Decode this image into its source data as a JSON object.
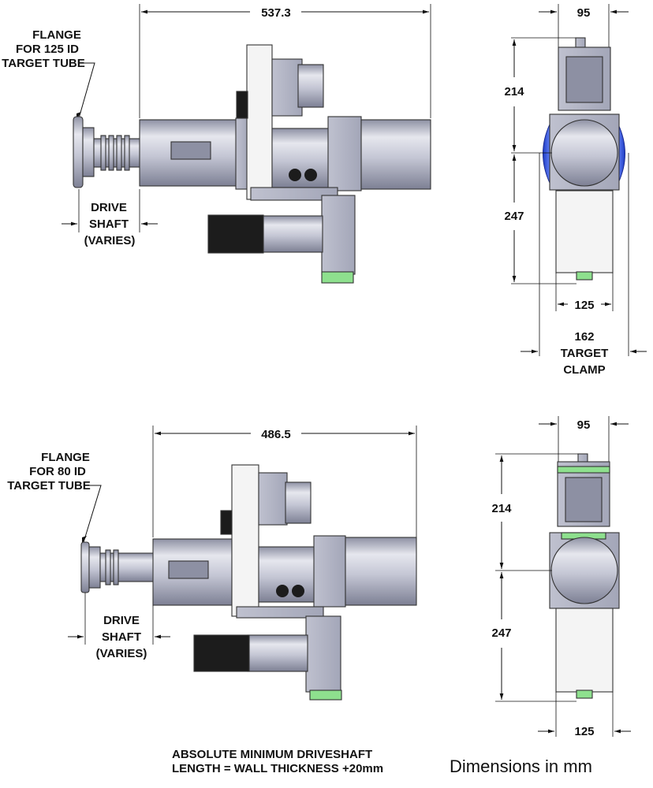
{
  "colors": {
    "steel_light": "#d6d8e2",
    "steel_mid": "#b3b6c7",
    "steel_dark": "#8d90a3",
    "panel_white": "#f4f4f4",
    "motor_black": "#1c1c1c",
    "accent_green": "#8ee08e",
    "clamp_blue": "#2e4fd8",
    "dimension_line": "#111111"
  },
  "top_view": {
    "flange_label": [
      "FLANGE",
      "FOR 125 ID",
      "TARGET TUBE"
    ],
    "length_dim": "537.3",
    "drive_shaft_label": [
      "DRIVE",
      "SHAFT",
      "(VARIES)"
    ],
    "end_width_dim": "95",
    "upper_height_dim": "214",
    "lower_height_dim": "247",
    "base_width_dim": "125",
    "clamp_label": [
      "162",
      "TARGET",
      "CLAMP"
    ]
  },
  "bottom_view": {
    "flange_label": [
      "FLANGE",
      "FOR 80 ID",
      "TARGET TUBE"
    ],
    "length_dim": "486.5",
    "drive_shaft_label": [
      "DRIVE",
      "SHAFT",
      "(VARIES)"
    ],
    "end_width_dim": "95",
    "upper_height_dim": "214",
    "lower_height_dim": "247",
    "base_width_dim": "125"
  },
  "footer": {
    "note_lines": [
      "ABSOLUTE MINIMUM DRIVESHAFT",
      "LENGTH = WALL THICKNESS +20mm"
    ],
    "units": "Dimensions in mm"
  }
}
